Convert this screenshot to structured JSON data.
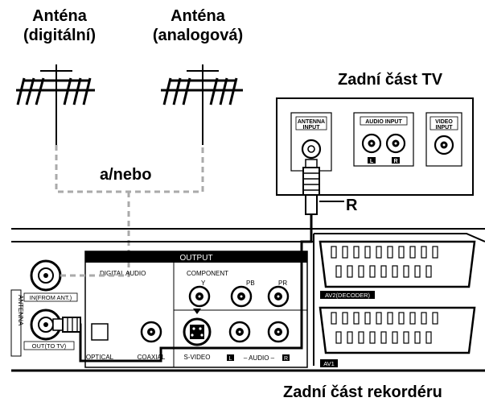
{
  "antennas": {
    "digital": {
      "line1": "Anténa",
      "line2": "(digitální)"
    },
    "analog": {
      "line1": "Anténa",
      "line2": "(analogová)"
    }
  },
  "andor_label": "a/nebo",
  "tv": {
    "title": "Zadní část TV",
    "antenna_input_1": "ANTENNA",
    "antenna_input_2": "INPUT",
    "audio_input": "AUDIO INPUT",
    "audio_l": "L",
    "audio_r": "R",
    "video_input_1": "VIDEO",
    "video_input_2": "INPUT"
  },
  "cable_label": "R",
  "recorder": {
    "title": "Zadní část rekordéru",
    "antenna_label": "ANTENNA",
    "in_label": "IN(FROM ANT.)",
    "out_label": "OUT(TO TV)",
    "output_label": "OUTPUT",
    "digital_audio_label": "DIGITAL AUDIO",
    "component_label": "COMPONENT",
    "comp_y": "Y",
    "comp_pb": "PB",
    "comp_pr": "PR",
    "optical_label": "OPTICAL",
    "coaxial_label": "COAXIAL",
    "svideo_label": "S-VIDEO",
    "audio_l": "L",
    "audio_sep": "– AUDIO –",
    "audio_r": "R",
    "av2_label": "AV2(DECODER)",
    "av1_label": "AV1"
  }
}
